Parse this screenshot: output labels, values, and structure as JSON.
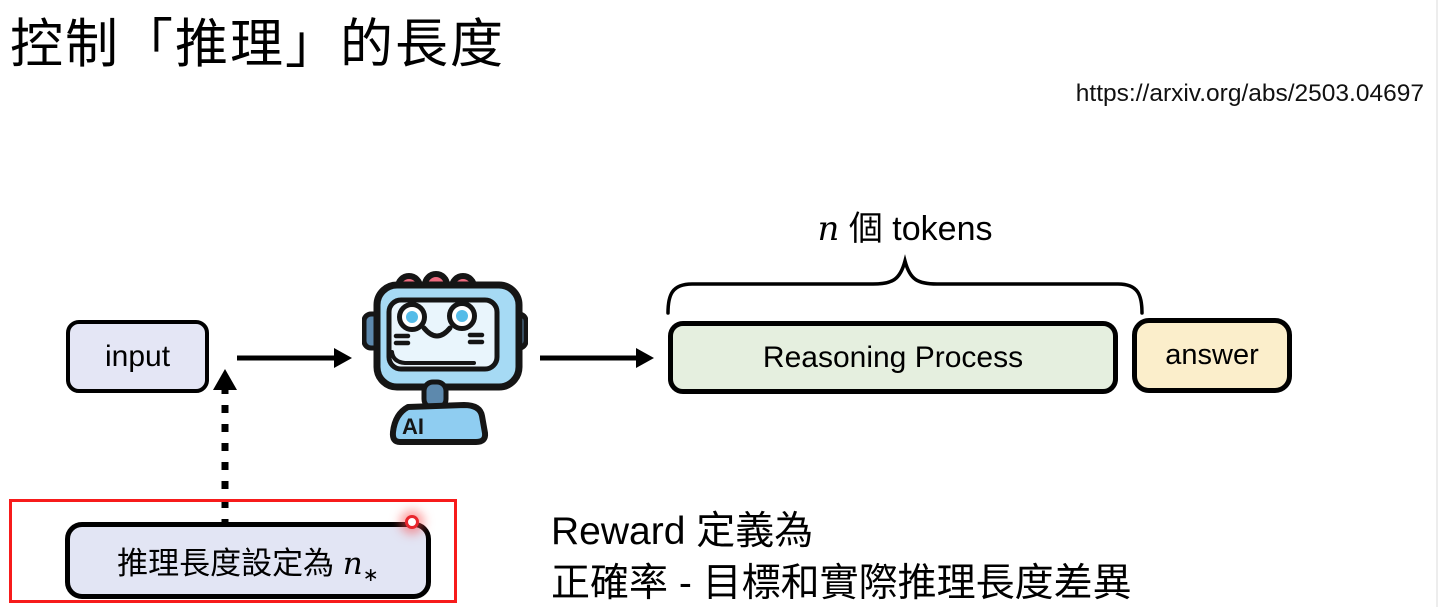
{
  "page": {
    "title": "控制「推理」的長度",
    "link": "https://arxiv.org/abs/2503.04697"
  },
  "diagram": {
    "tokens_label": {
      "var": "n",
      "rest": " 個 tokens"
    },
    "boxes": {
      "input": "input",
      "reasoning": "Reasoning Process",
      "answer": "answer"
    },
    "robot": {
      "badge": "AI"
    },
    "target_box": {
      "prefix": "推理長度設定為 ",
      "var": "n",
      "subscript": "∗"
    }
  },
  "caption": {
    "line1": "Reward 定義為",
    "line2": "正確率 - 目標和實際推理長度差異"
  },
  "colors": {
    "input_box_fill": "#e4e6f5",
    "reasoning_box_fill": "#e5efdf",
    "answer_box_fill": "#fbeecb",
    "target_box_fill": "#e2e5f4",
    "highlight_red": "#f71b1b",
    "robot_blue": "#a6daf4",
    "robot_screen": "#e9f5fc",
    "robot_dark_blue": "#5d89ad",
    "robot_body_blue": "#8fcdf1",
    "robot_pink": "#ef6b80"
  }
}
